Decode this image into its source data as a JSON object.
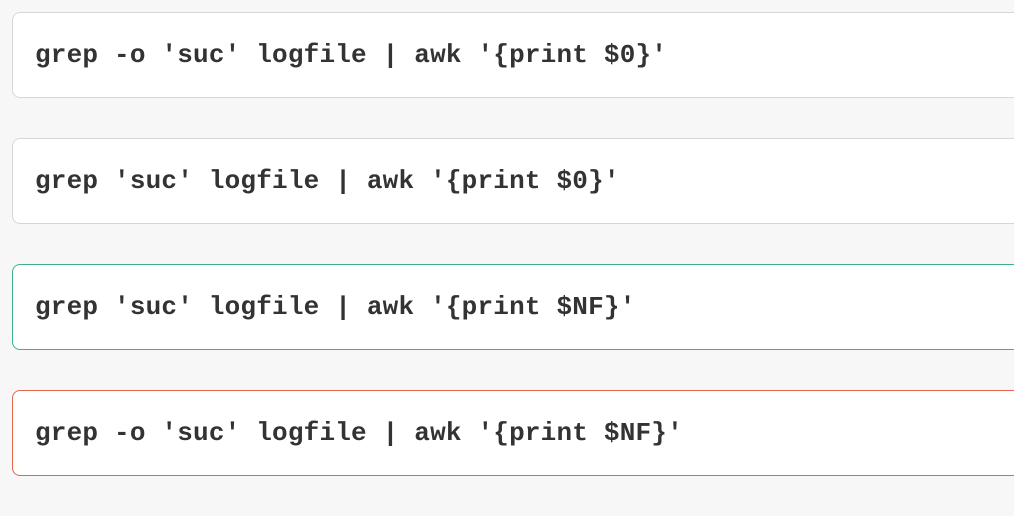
{
  "options": [
    {
      "text": "grep -o 'suc' logfile | awk '{print $0}'",
      "state": "neutral",
      "border_color": "#d6d6d6"
    },
    {
      "text": "grep 'suc' logfile | awk '{print $0}'",
      "state": "neutral",
      "border_color": "#d6d6d6"
    },
    {
      "text": "grep 'suc' logfile | awk '{print $NF}'",
      "state": "correct",
      "border_color": "#3eb08c"
    },
    {
      "text": "grep -o 'suc' logfile | awk '{print $NF}'",
      "state": "incorrect",
      "border_color": "#e4664a"
    }
  ]
}
